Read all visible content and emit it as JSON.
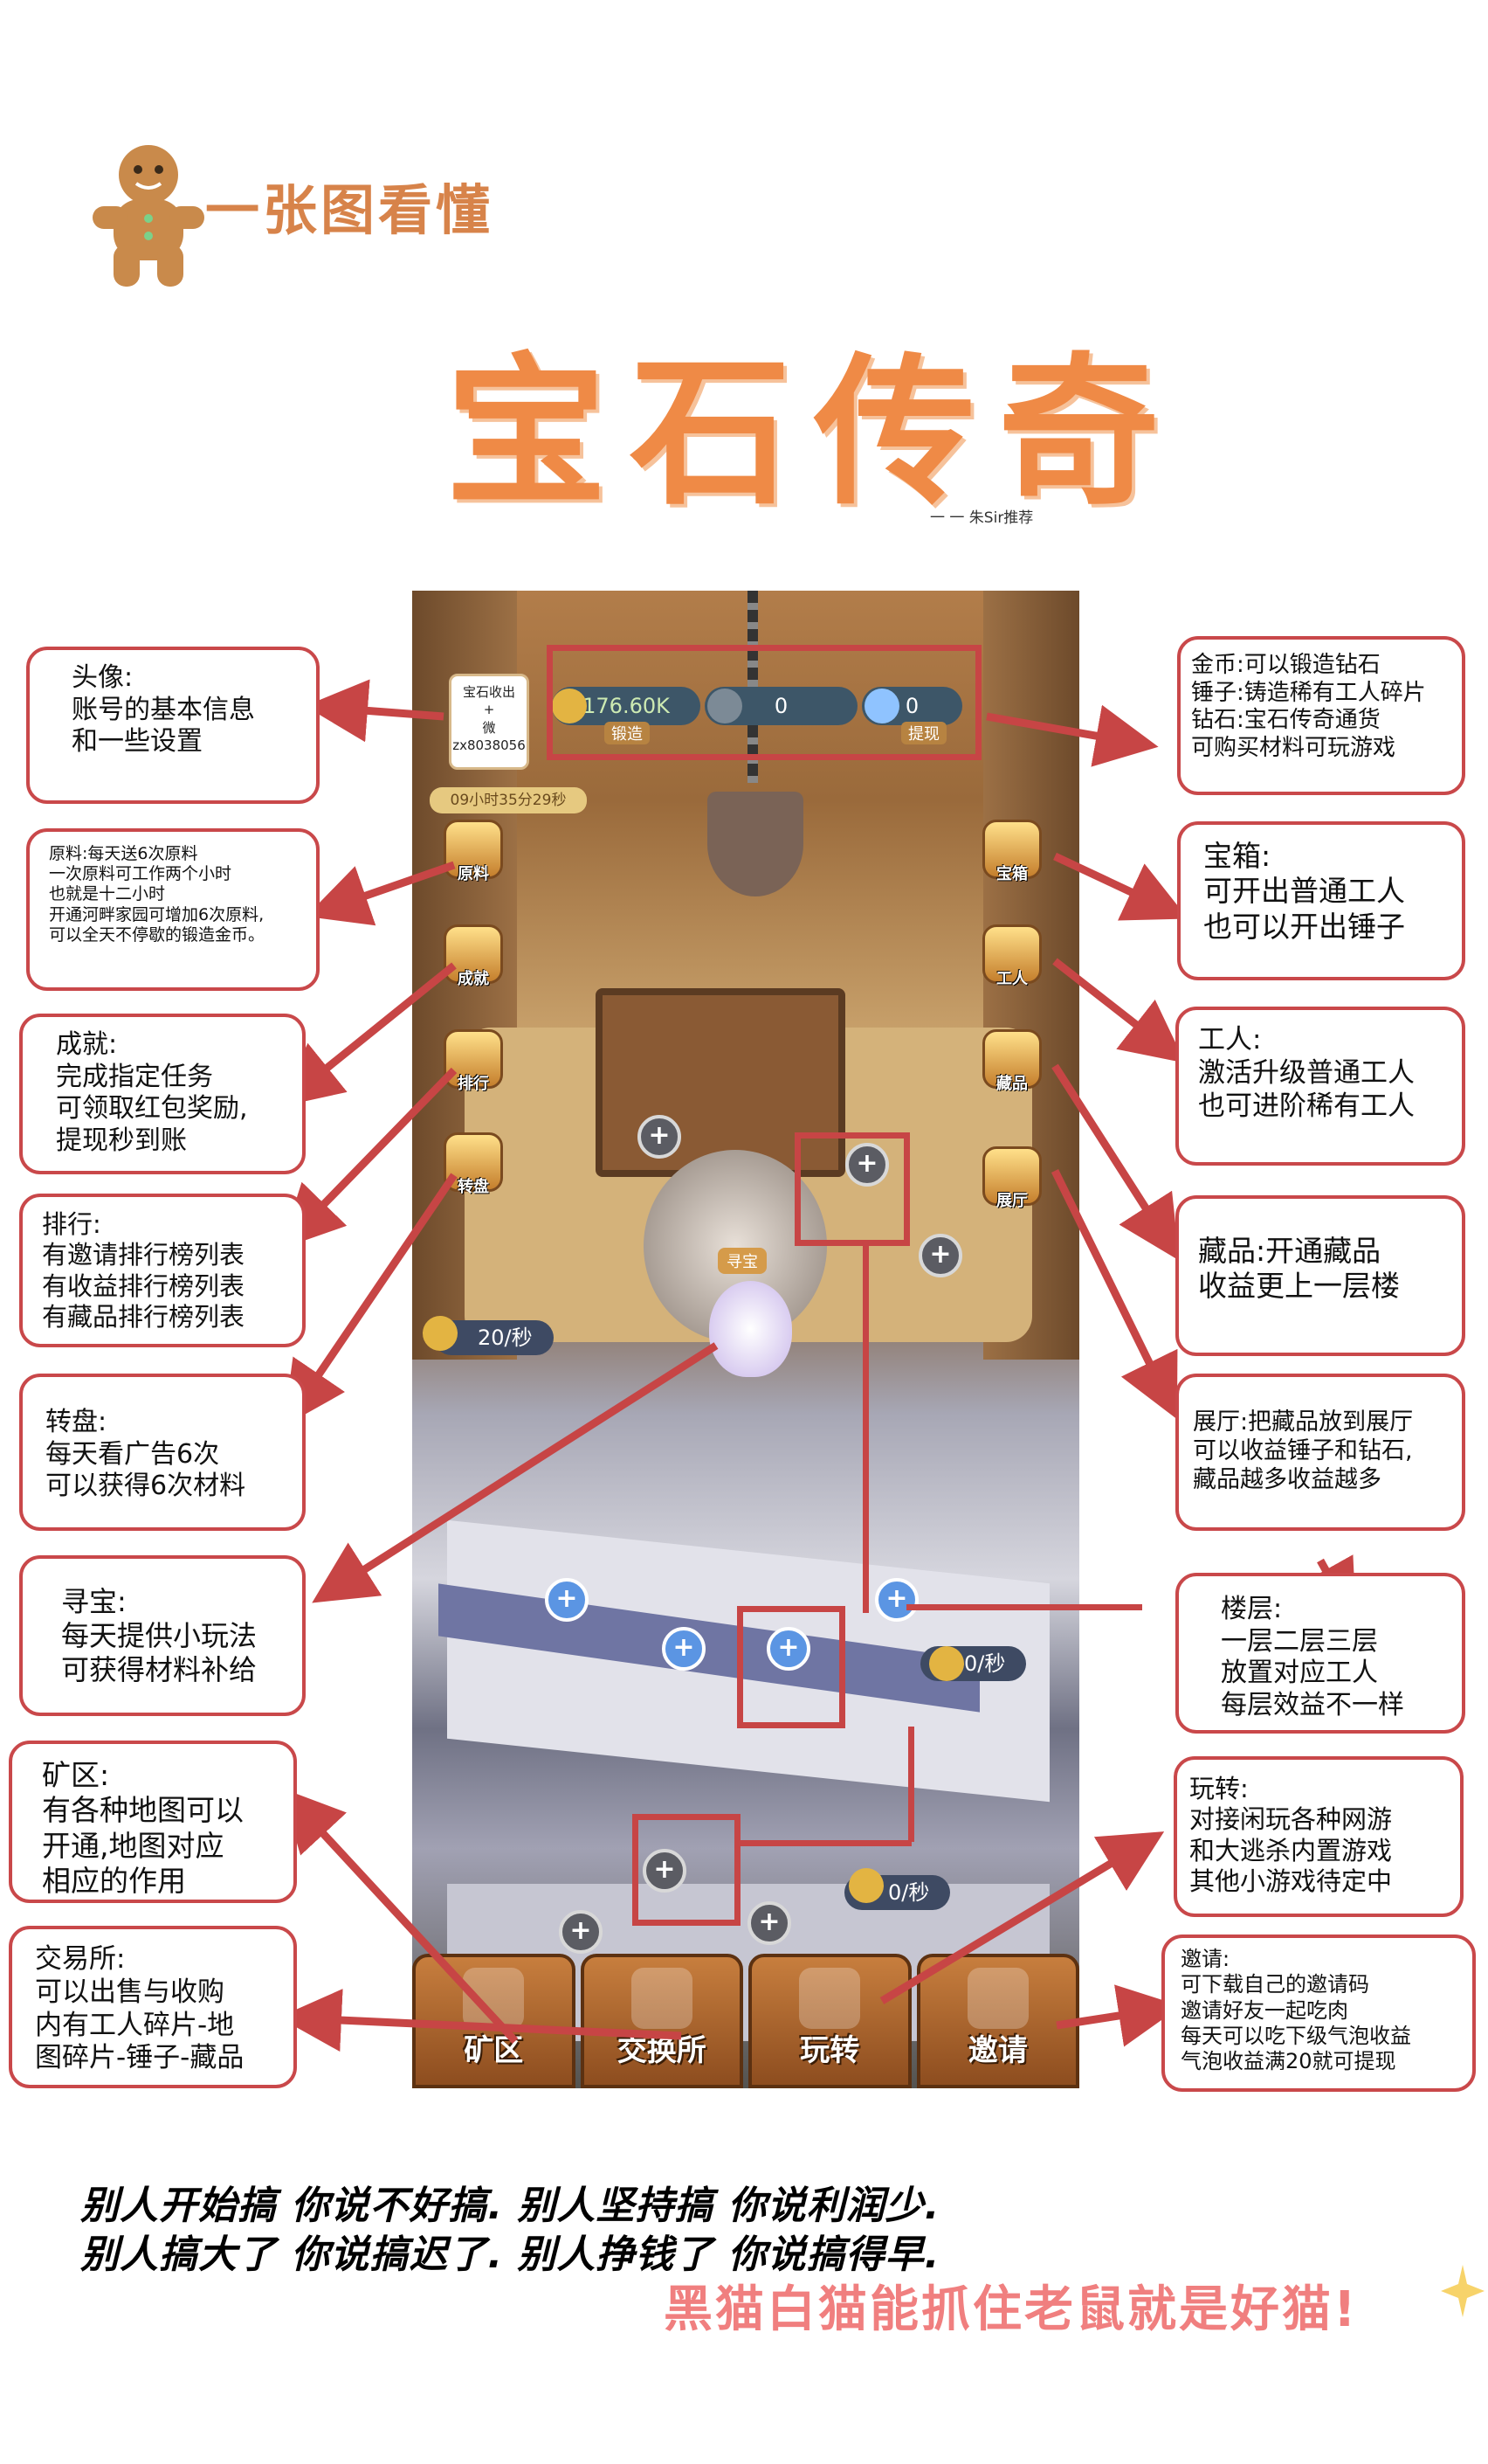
{
  "header": {
    "brand_text": "一张图看懂",
    "title": "宝石传奇",
    "credit": "一 一 朱Sir推荐"
  },
  "app": {
    "avatar_lines": [
      "宝石收出",
      "+",
      "微",
      "zx8038056"
    ],
    "timer": "09小时35分29秒",
    "gold_value": "176.60K",
    "gold_sublabel": "锻造",
    "hammer_value": "0",
    "diamond_value": "0",
    "diamond_sublabel": "提现",
    "left_buttons": [
      "原料",
      "成就",
      "排行",
      "转盘"
    ],
    "right_buttons": [
      "宝箱",
      "工人",
      "藏品",
      "展厅"
    ],
    "treasure_label": "寻宝",
    "rates": [
      "20/秒",
      "0/秒",
      "0/秒"
    ],
    "nav": [
      "矿区",
      "交换所",
      "玩转",
      "邀请"
    ]
  },
  "notes": {
    "avatar": [
      "头像:",
      "账号的基本信息",
      "和一些设置"
    ],
    "currency": [
      "金币:可以锻造钻石",
      "锤子:铸造稀有工人碎片",
      "钻石:宝石传奇通货",
      "可购买材料可玩游戏"
    ],
    "material": [
      "原料:每天送6次原料",
      "一次原料可工作两个小时",
      "也就是十二小时",
      "开通河畔家园可增加6次原料,",
      "可以全天不停歇的锻造金币。"
    ],
    "chest": [
      "宝箱:",
      "可开出普通工人",
      "也可以开出锤子"
    ],
    "achievement": [
      "成就:",
      "完成指定任务",
      "可领取红包奖励,",
      "提现秒到账"
    ],
    "worker": [
      "工人:",
      "激活升级普通工人",
      "也可进阶稀有工人"
    ],
    "ranking": [
      "排行:",
      "有邀请排行榜列表",
      "有收益排行榜列表",
      "有藏品排行榜列表"
    ],
    "collection": [
      "藏品:开通藏品",
      "收益更上一层楼"
    ],
    "wheel": [
      "转盘:",
      "每天看广告6次",
      "可以获得6次材料"
    ],
    "hall": [
      "展厅:把藏品放到展厅",
      "可以收益锤子和钻石,",
      "藏品越多收益越多"
    ],
    "treasure": [
      "寻宝:",
      "每天提供小玩法",
      "可获得材料补给"
    ],
    "floor": [
      "楼层:",
      "一层二层三层",
      "放置对应工人",
      "每层效益不一样"
    ],
    "mine": [
      "矿区:",
      "有各种地图可以",
      "开通,地图对应",
      "相应的作用"
    ],
    "play": [
      "玩转:",
      "对接闲玩各种网游",
      "和大逃杀内置游戏",
      "其他小游戏待定中"
    ],
    "exchange": [
      "交易所:",
      "可以出售与收购",
      "内有工人碎片-地",
      "图碎片-锤子-藏品"
    ],
    "invite": [
      "邀请:",
      "可下载自己的邀请码",
      "邀请好友一起吃肉",
      "每天可以吃下级气泡收益",
      "气泡收益满20就可提现"
    ]
  },
  "footer": {
    "line1": "别人开始搞 你说不好搞. 别人坚持搞 你说利润少.",
    "line2": "别人搞大了 你说搞迟了. 别人挣钱了 你说搞得早.",
    "line3": "黑猫白猫能抓住老鼠就是好猫!"
  },
  "colors": {
    "accent": "#c74545",
    "title": "#ef8a46",
    "quote": "#f07f7f"
  }
}
